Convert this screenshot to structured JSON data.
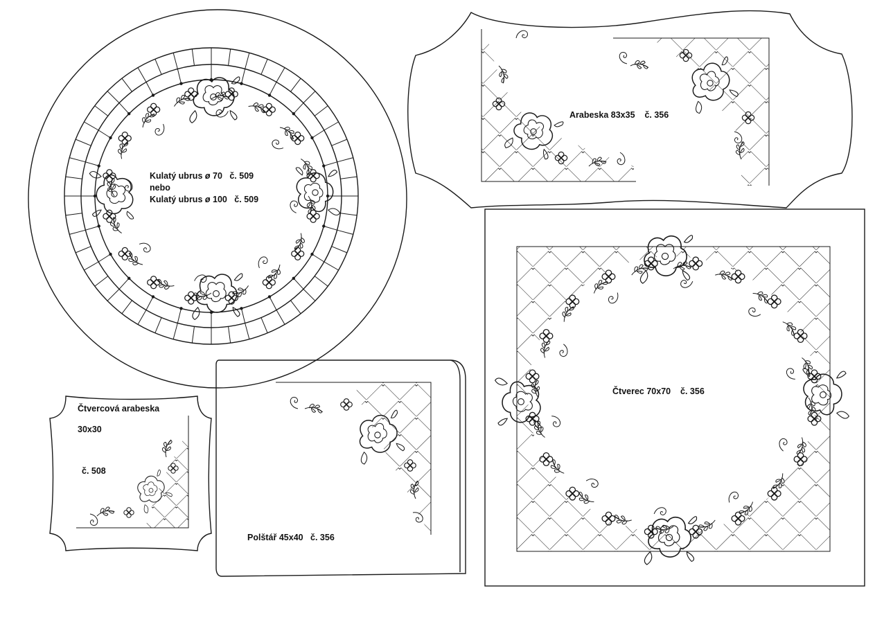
{
  "round_cloth": {
    "line1": "Kulatý ubrus",
    "size1": "70",
    "code1": "č. 509",
    "connector": "nebo",
    "line2": "Kulatý ubrus",
    "size2": "100",
    "code2": "č. 509",
    "diameter_symbol": "ø"
  },
  "arabesque": {
    "title": "Arabeska 83x35",
    "code": "č. 356"
  },
  "square_arabesque": {
    "title": "Čtvercová arabeska",
    "size": "30x30",
    "code": "č. 508"
  },
  "pillow": {
    "title": "Polštář 45x40",
    "code": "č. 356"
  },
  "square": {
    "title": "Čtverec 70x70",
    "code": "č. 356"
  }
}
